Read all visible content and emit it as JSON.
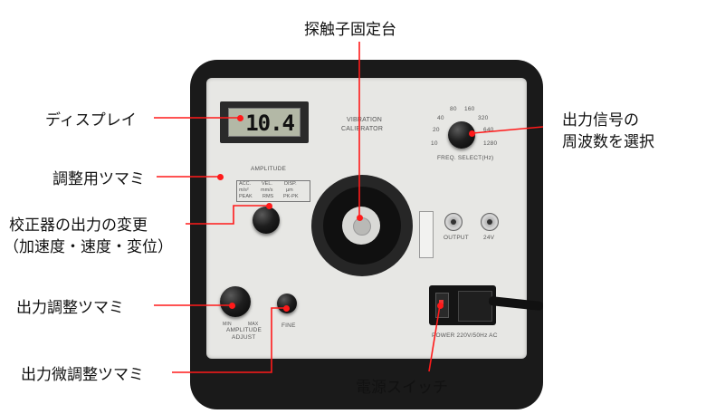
{
  "device": {
    "display_reading": "10.4",
    "title_line1": "VIBRATION",
    "title_line2": "CALIBRATOR",
    "amplitude_label": "AMPLITUDE",
    "mode_table": {
      "row1": [
        "ACC.",
        "VEL.",
        "DISP."
      ],
      "row2": [
        "m/s²",
        "mm/s",
        "µm"
      ],
      "row3": [
        "PEAK",
        "RMS",
        "PK-PK"
      ]
    },
    "freq_marks": [
      "10",
      "20",
      "40",
      "80",
      "160",
      "320",
      "640",
      "1280"
    ],
    "freq_label": "FREQ. SELECT(Hz)",
    "output_label": "OUTPUT",
    "v24_label": "24V",
    "amplitude_adjust_line1": "AMPLITUDE",
    "amplitude_adjust_line2": "ADJUST",
    "min_label": "MIN",
    "max_label": "MAX",
    "fine_label": "FINE",
    "power_label": "POWER  220V/50Hz  AC"
  },
  "annotations": {
    "sensor_mount": "探触子固定台",
    "display": "ディスプレイ",
    "freq_select_line1": "出力信号の",
    "freq_select_line2": "周波数を選択",
    "adjust_knobs": "調整用ツマミ",
    "mode_switch_line1": "校正器の出力の変更",
    "mode_switch_line2": "（加速度・速度・変位）",
    "output_adjust": "出力調整ツマミ",
    "fine_adjust": "出力微調整ツマミ",
    "power_switch": "電源スイッチ"
  },
  "colors": {
    "annotation_line": "#ff1a1a",
    "panel": "#e7e7e4",
    "frame": "#1a1a1a",
    "lcd": "#b3b8a6"
  }
}
